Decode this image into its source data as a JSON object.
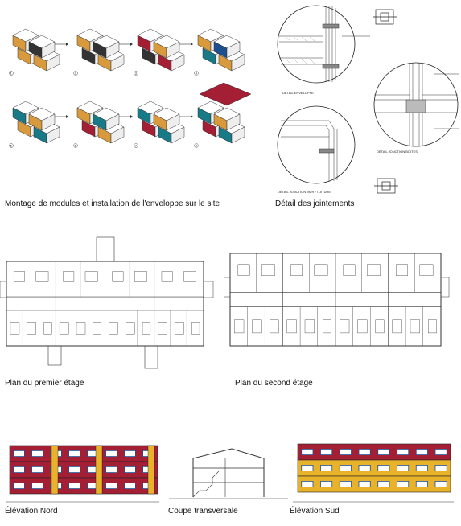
{
  "captions": {
    "assembly": "Montage de modules et installation de l'enveloppe sur le site",
    "details": "Détail des jointements",
    "plan_first": "Plan du premier étage",
    "plan_second": "Plan du second étage",
    "elev_north": "Élévation Nord",
    "section": "Coupe transversale",
    "elev_south": "Élévation Sud"
  },
  "detail_labels": {
    "envelope": "DÉTAIL ENVELOPPE",
    "wall_roof": "DÉTAIL JONCTION MUR / TOITURE",
    "box": "DÉTAIL JONCTION BOITES"
  },
  "steps": [
    "1",
    "2",
    "3",
    "4",
    "5",
    "6",
    "7",
    "8"
  ],
  "colors": {
    "red": "#a41e34",
    "yellow": "#e8b22a",
    "blue": "#1d4f8f",
    "teal": "#177a86",
    "wood": "#d89a3c",
    "line": "#333333"
  }
}
